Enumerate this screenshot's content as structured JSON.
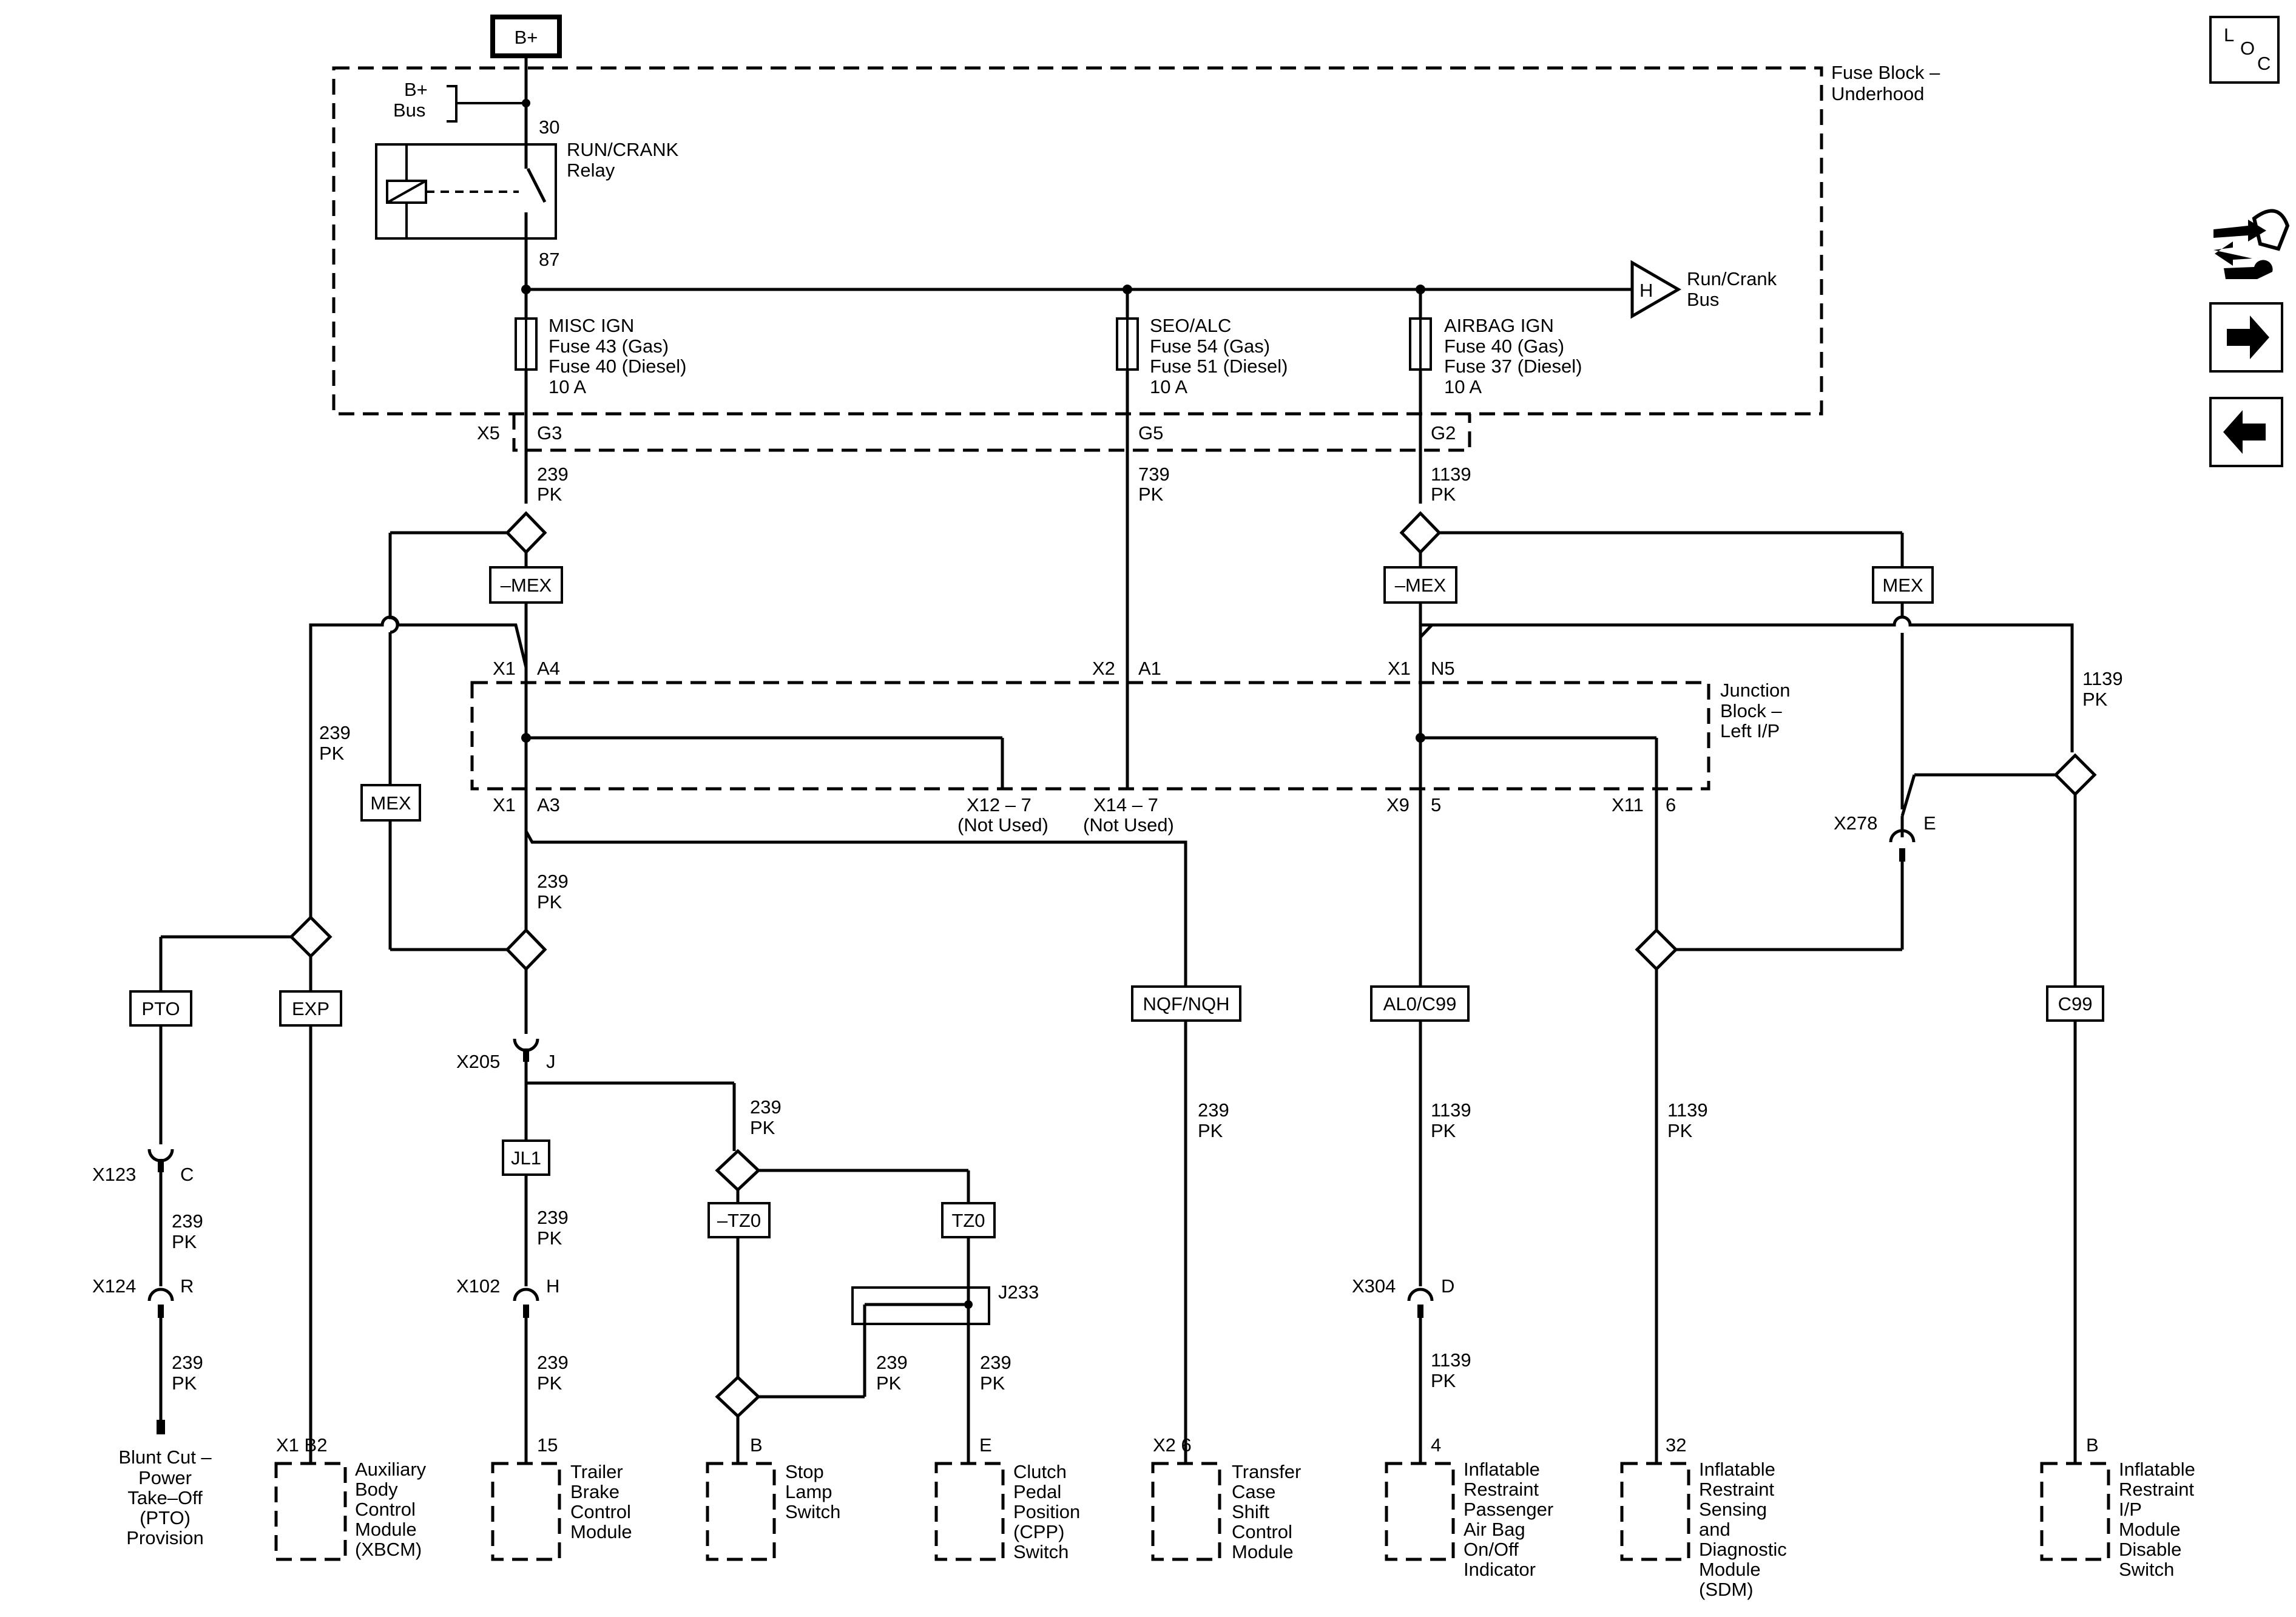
{
  "source": {
    "label": "B+"
  },
  "fuse_block": {
    "label_line1": "Fuse Block –",
    "label_line2": "Underhood"
  },
  "bplus_bus": {
    "line1": "B+",
    "line2": "Bus"
  },
  "relay": {
    "label_line1": "RUN/CRANK",
    "label_line2": "Relay",
    "pin_in": "30",
    "pin_out": "87"
  },
  "run_crank_bus": {
    "symbol": "H",
    "line1": "Run/Crank",
    "line2": "Bus"
  },
  "fuses": [
    {
      "name": "MISC IGN",
      "line2": "Fuse 43 (Gas)",
      "line3": "Fuse 40 (Diesel)",
      "rating": "10 A",
      "pin": "G3"
    },
    {
      "name": "SEO/ALC",
      "line2": "Fuse 54 (Gas)",
      "line3": "Fuse 51 (Diesel)",
      "rating": "10 A",
      "pin": "G5"
    },
    {
      "name": "AIRBAG IGN",
      "line2": "Fuse 40 (Gas)",
      "line3": "Fuse 37 (Diesel)",
      "rating": "10 A",
      "pin": "G2"
    }
  ],
  "connector_x5": "X5",
  "wires": {
    "w239": "239",
    "w739": "739",
    "w1139": "1139",
    "pk": "PK"
  },
  "options": {
    "neg_mex": "–MEX",
    "mex": "MEX",
    "pto": "PTO",
    "exp": "EXP",
    "nqf": "NQF/NQH",
    "al0": "AL0/C99",
    "c99": "C99",
    "jl1": "JL1",
    "neg_tz0": "–TZ0",
    "tz0": "TZ0"
  },
  "junction_block": {
    "line1": "Junction",
    "line2": "Block –",
    "line3": "Left I/P"
  },
  "jb_pins": {
    "x1": "X1",
    "a4": "A4",
    "a3": "A3",
    "x2": "X2",
    "a1": "A1",
    "n5": "N5",
    "x9": "X9",
    "p5": "5",
    "x11": "X11",
    "p6": "6",
    "x12": "X12 – 7",
    "x14": "X14 – 7",
    "not_used": "(Not Used)"
  },
  "connectors": {
    "x205": "X205",
    "j": "J",
    "x123": "X123",
    "c": "C",
    "x124": "X124",
    "r": "R",
    "x102": "X102",
    "h": "H",
    "x304": "X304",
    "d": "D",
    "x278": "X278",
    "e": "E",
    "j233": "J233"
  },
  "devices": [
    {
      "pin": "",
      "lines": [
        "Blunt Cut –",
        "Power",
        "Take–Off",
        "(PTO)",
        "Provision"
      ]
    },
    {
      "pin": "X1   B2",
      "lines": [
        "Auxiliary",
        "Body",
        "Control",
        "Module",
        "(XBCM)"
      ]
    },
    {
      "pin": "15",
      "lines": [
        "Trailer",
        "Brake",
        "Control",
        "Module"
      ]
    },
    {
      "pin": "B",
      "lines": [
        "Stop",
        "Lamp",
        "Switch"
      ]
    },
    {
      "pin": "E",
      "lines": [
        "Clutch",
        "Pedal",
        "Position",
        "(CPP)",
        "Switch"
      ]
    },
    {
      "pin": "X2   6",
      "lines": [
        "Transfer",
        "Case",
        "Shift",
        "Control",
        "Module"
      ]
    },
    {
      "pin": "4",
      "lines": [
        "Inflatable",
        "Restraint",
        "Passenger",
        "Air Bag",
        "On/Off",
        "Indicator"
      ]
    },
    {
      "pin": "32",
      "lines": [
        "Inflatable",
        "Restraint",
        "Sensing",
        "and",
        "Diagnostic",
        "Module",
        "(SDM)"
      ]
    },
    {
      "pin": "B",
      "lines": [
        "Inflatable",
        "Restraint",
        "I/P",
        "Module",
        "Disable",
        "Switch"
      ]
    }
  ],
  "sidebar": {
    "loc_l": "L",
    "loc_o": "O",
    "loc_c": "C"
  }
}
